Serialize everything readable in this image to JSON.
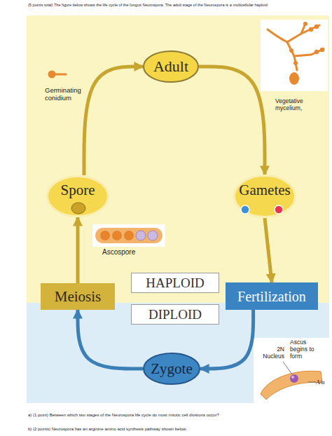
{
  "diagram": {
    "title": "(5 points total) The figure below shows the life cycle of the fungus Neurospora. The adult stage of the Neurospora is a multicellular haploid:",
    "nodes": [
      {
        "text": [
          "Adult"
        ]
      },
      {
        "text": [
          "Spore"
        ]
      },
      {
        "text": [
          "Gametes"
        ]
      },
      {
        "text": [
          "HAPLOID"
        ]
      },
      {
        "text": [
          "Meiosis"
        ]
      },
      {
        "text": [
          "Fertilization"
        ]
      },
      {
        "text": [
          "DIPLOID"
        ]
      },
      {
        "text": [
          "Zygote"
        ]
      }
    ],
    "edges": [
      {
        "from": 0,
        "to": 2,
        "arrow": "to"
      },
      {
        "from": 2,
        "to": 5,
        "arrow": "to"
      },
      {
        "from": 5,
        "to": 7,
        "arrow": "to"
      },
      {
        "from": 7,
        "to": 4,
        "arrow": "to"
      },
      {
        "from": 4,
        "to": 1,
        "arrow": "to"
      },
      {
        "from": 1,
        "to": 0,
        "arrow": "to"
      }
    ],
    "labels": [
      "Germinating conidium",
      "Vegetative mycelium,",
      "Ascospore",
      "2N Nucleus",
      "Ascus begins to form",
      "A/a",
      "a) (1 point) Between which two stages of the Neurospora life cycle do most mitotic cell divisions occur?",
      "b) (2 points) Neurospora has an arginine amino acid synthesis pathway shown below:"
    ]
  }
}
